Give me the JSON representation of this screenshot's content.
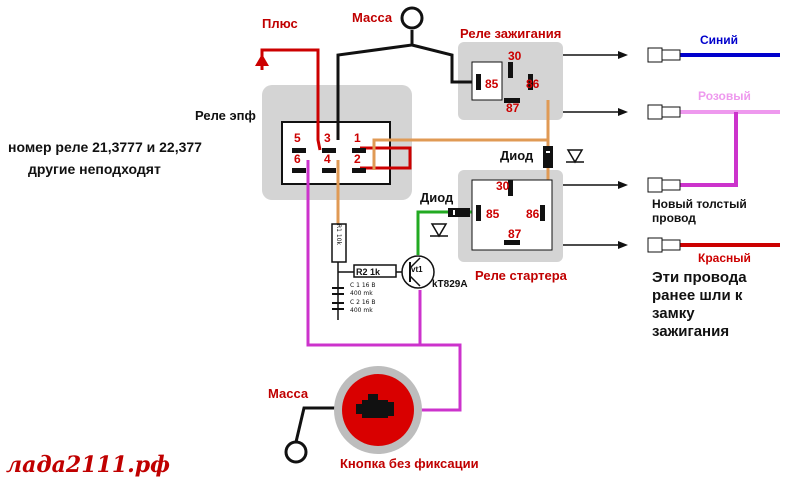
{
  "labels": {
    "plus": "Плюс",
    "mass_top": "Масса",
    "ignition_relay": "Реле зажигания",
    "fuel_relay": "Реле эпф",
    "relay_note_1": "номер реле 21,3777 и 22,377",
    "relay_note_2": "другие неподходят",
    "diode_upper": "Диод",
    "diode_lower": "Диод",
    "starter_relay": "Реле стартера",
    "r1": "R1 10k",
    "r2": "R2  1k",
    "vt1": "vt1",
    "transistor": "kT829A",
    "c1_line1": "C 1  16 B",
    "c1_line2": "400 mk",
    "c2_line1": "C 2  16 B",
    "c2_line2": "400 mk",
    "mass_bottom": "Масса",
    "button": "Кнопка без фиксации",
    "brand": "лада2111.рф"
  },
  "wires": {
    "blue": "Синий",
    "pink": "Розовый",
    "new_wire_1": "Новый толстый",
    "new_wire_2": "провод",
    "red": "Красный",
    "note_1": "Эти провода",
    "note_2": "ранее шли к",
    "note_3": "замку",
    "note_4": "зажигания"
  },
  "pins": {
    "fuel": [
      "5",
      "3",
      "1",
      "6",
      "4",
      "2"
    ],
    "ignition": [
      "30",
      "85",
      "86",
      "87"
    ],
    "starter": [
      "30",
      "85",
      "86",
      "87"
    ]
  },
  "colors": {
    "red": "#cc0000",
    "black": "#111111",
    "blue": "#0000cc",
    "pink": "#e055e0",
    "magenta": "#cc33cc",
    "orange": "#e09a55",
    "green": "#22aa22",
    "relay_fill": "#d4d4d4"
  }
}
